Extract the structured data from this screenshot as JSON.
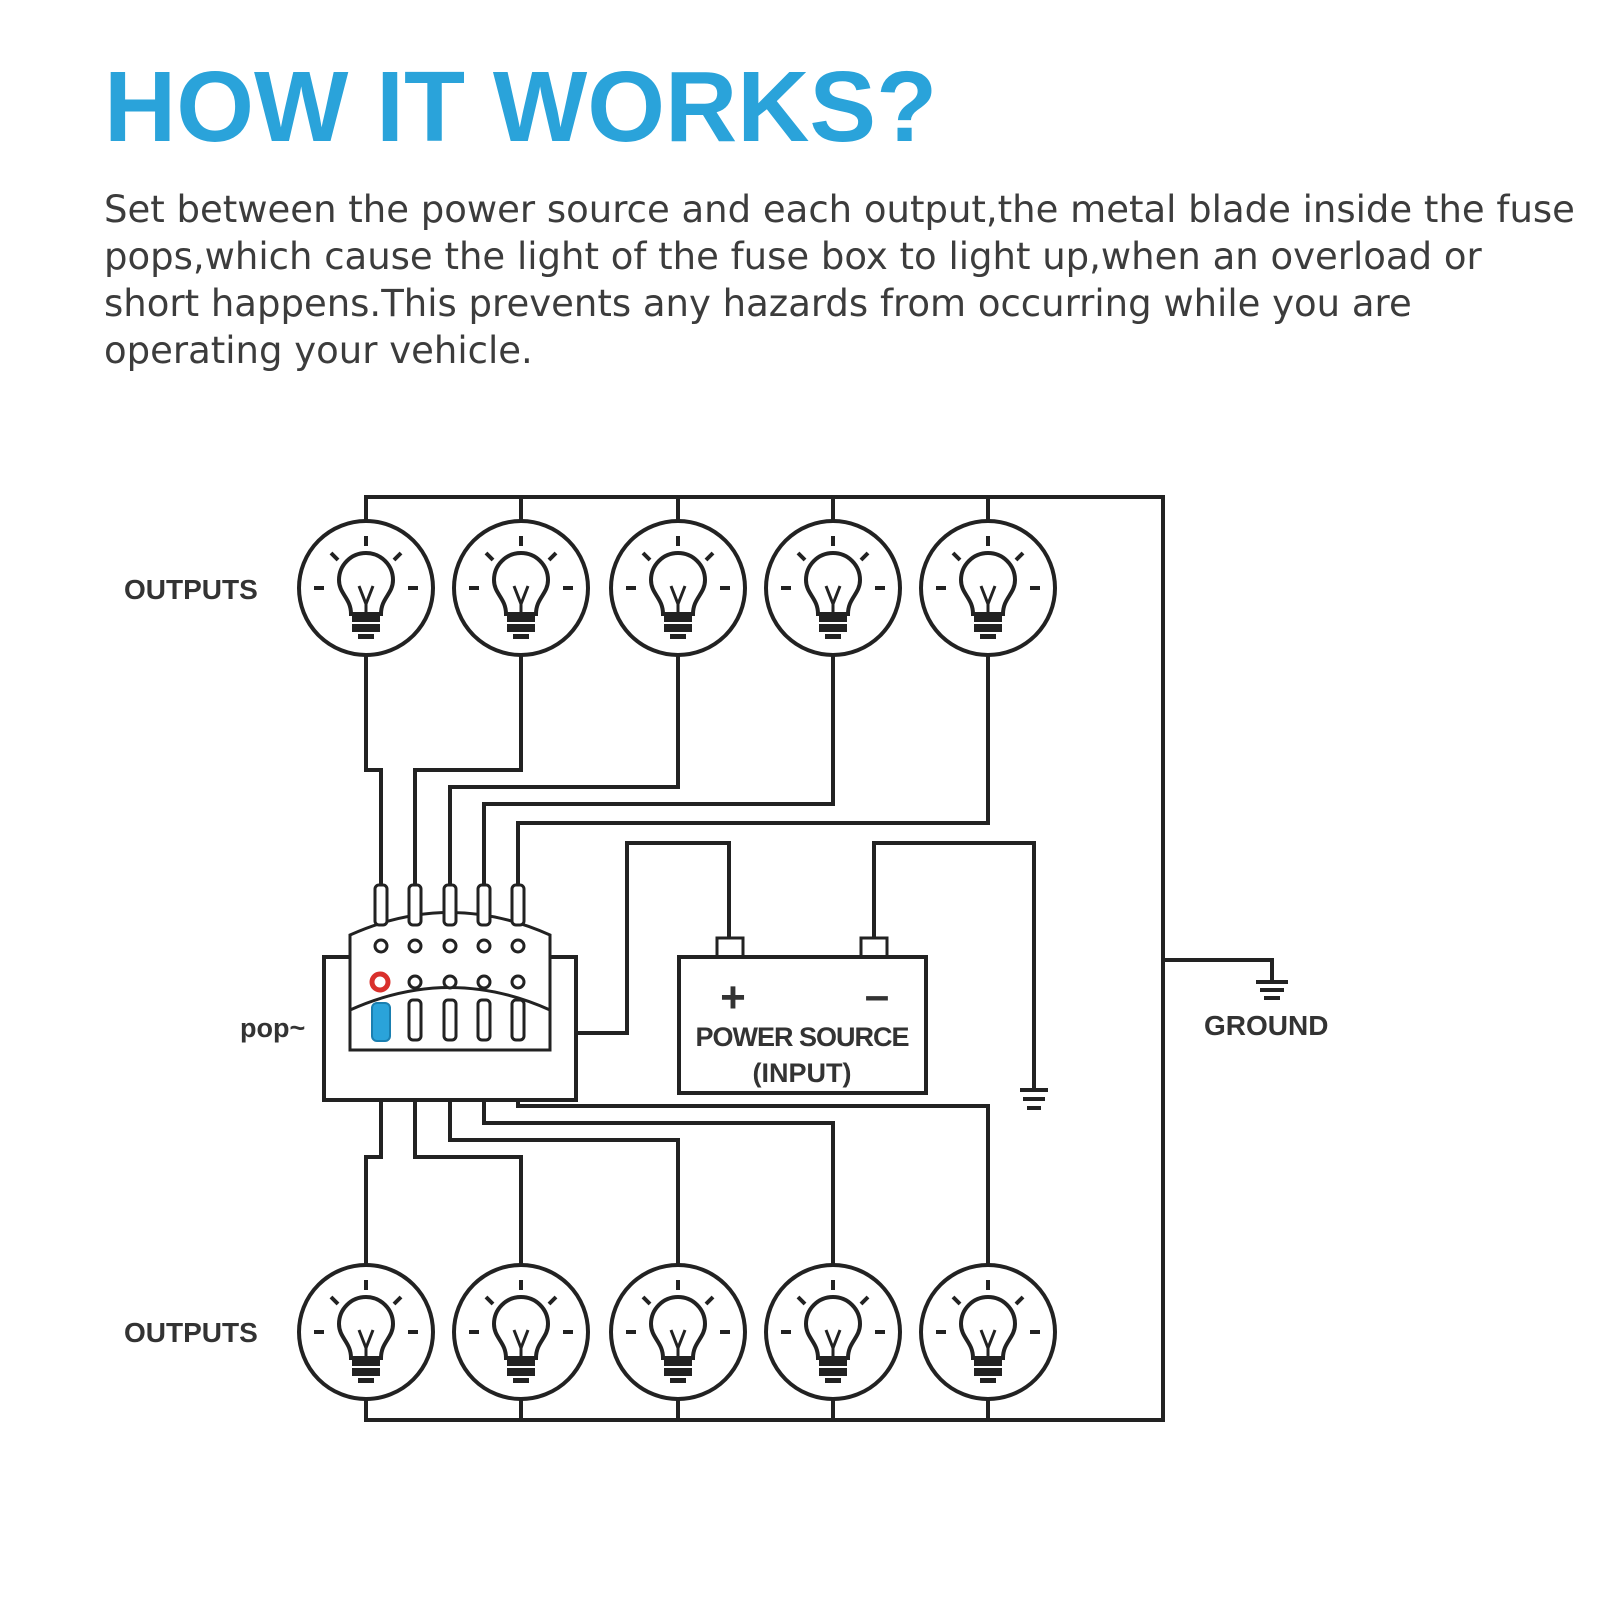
{
  "heading": "HOW IT WORKS?",
  "description": "Set between the power source and each output,the metal blade inside the fuse pops,which cause the light of the fuse box to light up,when an overload or short happens.This prevents any hazards from occurring while you are operating your vehicle.",
  "labels": {
    "outputs_top": "OUTPUTS",
    "outputs_bottom": "OUTPUTS",
    "pop": "pop~",
    "power_line1": "POWER SOURCE",
    "power_line2": "(INPUT)",
    "plus": "+",
    "minus": "–",
    "ground": "GROUND"
  },
  "icons": {
    "bulb": "light-bulb-icon",
    "ground": "ground-symbol-icon"
  },
  "colors": {
    "heading": "#2aa3da",
    "popped_indicator": "#d9302c",
    "popped_fuse_glow": "#2aa3da"
  }
}
